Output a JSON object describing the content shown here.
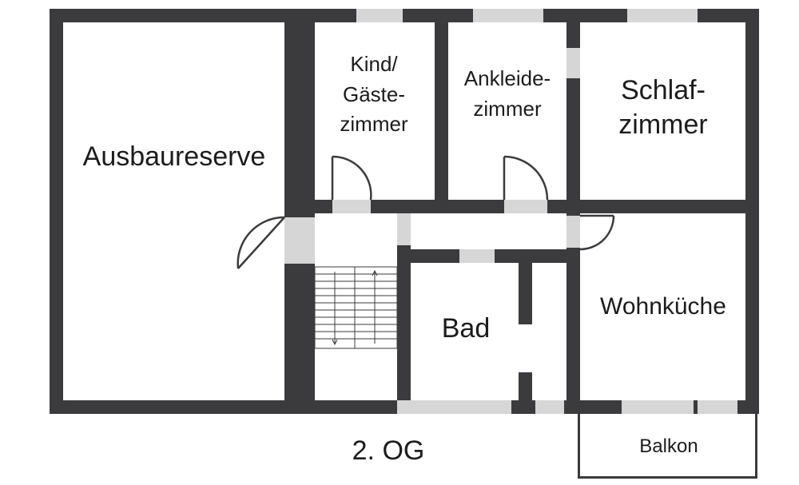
{
  "rooms": {
    "ausbaureserve": "Ausbaureserve",
    "kind_gaeste": [
      "Kind/",
      "Gäste-",
      "zimmer"
    ],
    "ankleide": [
      "Ankleide-",
      "zimmer"
    ],
    "schlaf": [
      "Schlaf-",
      "zimmer"
    ],
    "wohnkueche": "Wohnküche",
    "bad": "Bad",
    "balkon": "Balkon"
  },
  "floor_label": "2. OG",
  "colors": {
    "wall": "#3b3b3e",
    "window": "#d6d6d6",
    "background": "#ffffff"
  }
}
